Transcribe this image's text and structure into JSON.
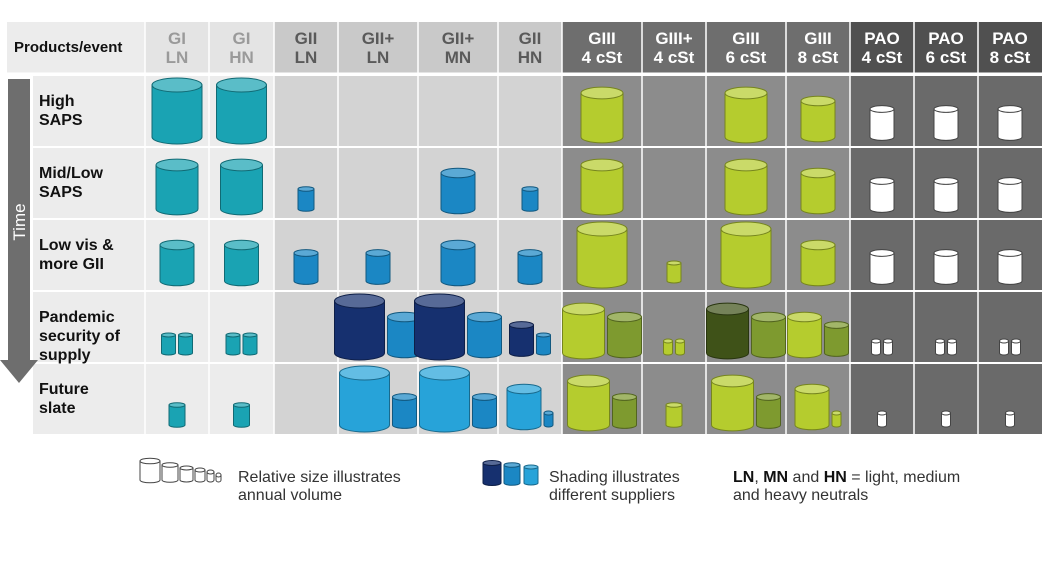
{
  "header": {
    "corner": "Products/event",
    "columns": [
      {
        "l1": "GI",
        "l2": "LN"
      },
      {
        "l1": "GI",
        "l2": "HN"
      },
      {
        "l1": "GII",
        "l2": "LN"
      },
      {
        "l1": "GII+",
        "l2": "LN"
      },
      {
        "l1": "GII+",
        "l2": "MN"
      },
      {
        "l1": "GII",
        "l2": "HN"
      },
      {
        "l1": "GIII",
        "l2": "4 cSt"
      },
      {
        "l1": "GIII+",
        "l2": "4 cSt"
      },
      {
        "l1": "GIII",
        "l2": "6 cSt"
      },
      {
        "l1": "GIII",
        "l2": "8 cSt"
      },
      {
        "l1": "PAO",
        "l2": "4 cSt"
      },
      {
        "l1": "PAO",
        "l2": "6 cSt"
      },
      {
        "l1": "PAO",
        "l2": "8 cSt"
      }
    ]
  },
  "time_label": "Time",
  "rows": [
    {
      "lines": [
        "High",
        "SAPS"
      ]
    },
    {
      "lines": [
        "Mid/Low",
        "SAPS"
      ]
    },
    {
      "lines": [
        "Low vis &",
        "more GII"
      ]
    },
    {
      "lines": [
        "Pandemic",
        "security of",
        "supply"
      ]
    },
    {
      "lines": [
        "Future",
        "slate"
      ]
    }
  ],
  "legend": {
    "size_text": [
      "Relative size illustrates",
      "annual volume"
    ],
    "shading_text": [
      "Shading illustrates",
      "different suppliers"
    ],
    "neutrals": {
      "ln": "LN",
      "comma": ", ",
      "mn": "MN",
      "and": " and ",
      "hn": "HN",
      "rest": " = light, medium",
      "line2": "and heavy neutrals"
    }
  },
  "colors": {
    "teal": "#1aa3b3",
    "blue": "#1b87c4",
    "blue_light": "#27a3d9",
    "navy": "#16306f",
    "lime": "#b5cc2e",
    "olive": "#7e9a2f",
    "olive_dark": "#3f5218",
    "white": "#ffffff",
    "header_light": "#e4e4e4",
    "header_mid": "#c9c9c9",
    "header_dark": "#6e6e6e",
    "header_darker": "#505050",
    "cell_light": "#ececec",
    "cell_mid": "#d3d3d3",
    "cell_dark": "#8c8c8c",
    "cell_darker": "#6a6a6a",
    "time_arrow": "#6e6e6e"
  },
  "cylinders": [
    {
      "row": 0,
      "col": 0,
      "size": "XL",
      "color": "teal"
    },
    {
      "row": 0,
      "col": 1,
      "size": "XL",
      "color": "teal"
    },
    {
      "row": 0,
      "col": 6,
      "size": "L",
      "color": "lime"
    },
    {
      "row": 0,
      "col": 8,
      "size": "L",
      "color": "lime"
    },
    {
      "row": 0,
      "col": 9,
      "size": "M",
      "color": "lime"
    },
    {
      "row": 0,
      "col": 10,
      "size": "S",
      "color": "white"
    },
    {
      "row": 0,
      "col": 11,
      "size": "S",
      "color": "white"
    },
    {
      "row": 0,
      "col": 12,
      "size": "S",
      "color": "white"
    },
    {
      "row": 1,
      "col": 0,
      "size": "L",
      "color": "teal"
    },
    {
      "row": 1,
      "col": 1,
      "size": "L",
      "color": "teal"
    },
    {
      "row": 1,
      "col": 2,
      "size": "XS",
      "color": "blue"
    },
    {
      "row": 1,
      "col": 4,
      "size": "M",
      "color": "blue"
    },
    {
      "row": 1,
      "col": 5,
      "size": "XS",
      "color": "blue"
    },
    {
      "row": 1,
      "col": 6,
      "size": "L",
      "color": "lime"
    },
    {
      "row": 1,
      "col": 8,
      "size": "L",
      "color": "lime"
    },
    {
      "row": 1,
      "col": 9,
      "size": "M",
      "color": "lime"
    },
    {
      "row": 1,
      "col": 10,
      "size": "S",
      "color": "white"
    },
    {
      "row": 1,
      "col": 11,
      "size": "S",
      "color": "white"
    },
    {
      "row": 1,
      "col": 12,
      "size": "S",
      "color": "white"
    },
    {
      "row": 2,
      "col": 0,
      "size": "M",
      "color": "teal"
    },
    {
      "row": 2,
      "col": 1,
      "size": "M",
      "color": "teal"
    },
    {
      "row": 2,
      "col": 2,
      "size": "S",
      "color": "blue"
    },
    {
      "row": 2,
      "col": 3,
      "size": "S",
      "color": "blue"
    },
    {
      "row": 2,
      "col": 4,
      "size": "M",
      "color": "blue"
    },
    {
      "row": 2,
      "col": 5,
      "size": "S",
      "color": "blue"
    },
    {
      "row": 2,
      "col": 6,
      "size": "XL",
      "color": "lime"
    },
    {
      "row": 2,
      "col": 7,
      "size": "XXS",
      "color": "lime"
    },
    {
      "row": 2,
      "col": 8,
      "size": "XL",
      "color": "lime"
    },
    {
      "row": 2,
      "col": 9,
      "size": "M",
      "color": "lime"
    },
    {
      "row": 2,
      "col": 10,
      "size": "S",
      "color": "white"
    },
    {
      "row": 2,
      "col": 11,
      "size": "S",
      "color": "white"
    },
    {
      "row": 2,
      "col": 12,
      "size": "S",
      "color": "white"
    },
    {
      "row": 3,
      "col": 0,
      "size": "XXS",
      "color": "teal"
    },
    {
      "row": 3,
      "col": 0,
      "size": "XXS",
      "color": "teal"
    },
    {
      "row": 3,
      "col": 1,
      "size": "XXS",
      "color": "teal"
    },
    {
      "row": 3,
      "col": 1,
      "size": "XXS",
      "color": "teal"
    },
    {
      "row": 3,
      "col": 3,
      "size": "XL",
      "color": "navy"
    },
    {
      "row": 3,
      "col": 3,
      "size": "M",
      "color": "blue"
    },
    {
      "row": 3,
      "col": 4,
      "size": "XL",
      "color": "navy"
    },
    {
      "row": 3,
      "col": 4,
      "size": "M",
      "color": "blue"
    },
    {
      "row": 3,
      "col": 5,
      "size": "S",
      "color": "navy"
    },
    {
      "row": 3,
      "col": 5,
      "size": "XXS",
      "color": "blue"
    },
    {
      "row": 3,
      "col": 6,
      "size": "L",
      "color": "lime"
    },
    {
      "row": 3,
      "col": 6,
      "size": "M",
      "color": "olive"
    },
    {
      "row": 3,
      "col": 7,
      "size": "TINY",
      "color": "lime"
    },
    {
      "row": 3,
      "col": 7,
      "size": "TINY",
      "color": "lime"
    },
    {
      "row": 3,
      "col": 8,
      "size": "L",
      "color": "olive_dark"
    },
    {
      "row": 3,
      "col": 8,
      "size": "M",
      "color": "olive"
    },
    {
      "row": 3,
      "col": 9,
      "size": "M",
      "color": "lime"
    },
    {
      "row": 3,
      "col": 9,
      "size": "S",
      "color": "olive"
    },
    {
      "row": 3,
      "col": 10,
      "size": "TINY",
      "color": "white"
    },
    {
      "row": 3,
      "col": 10,
      "size": "TINY",
      "color": "white"
    },
    {
      "row": 3,
      "col": 11,
      "size": "TINY",
      "color": "white"
    },
    {
      "row": 3,
      "col": 11,
      "size": "TINY",
      "color": "white"
    },
    {
      "row": 3,
      "col": 12,
      "size": "TINY",
      "color": "white"
    },
    {
      "row": 3,
      "col": 12,
      "size": "TINY",
      "color": "white"
    },
    {
      "row": 4,
      "col": 0,
      "size": "XS",
      "color": "teal"
    },
    {
      "row": 4,
      "col": 1,
      "size": "XS",
      "color": "teal"
    },
    {
      "row": 4,
      "col": 3,
      "size": "XL",
      "color": "blue_light"
    },
    {
      "row": 4,
      "col": 3,
      "size": "S",
      "color": "blue"
    },
    {
      "row": 4,
      "col": 4,
      "size": "XL",
      "color": "blue_light"
    },
    {
      "row": 4,
      "col": 4,
      "size": "S",
      "color": "blue"
    },
    {
      "row": 4,
      "col": 5,
      "size": "M",
      "color": "blue_light"
    },
    {
      "row": 4,
      "col": 5,
      "size": "TINY",
      "color": "blue"
    },
    {
      "row": 4,
      "col": 6,
      "size": "L",
      "color": "lime"
    },
    {
      "row": 4,
      "col": 6,
      "size": "S",
      "color": "olive"
    },
    {
      "row": 4,
      "col": 7,
      "size": "XS",
      "color": "lime"
    },
    {
      "row": 4,
      "col": 8,
      "size": "L",
      "color": "lime"
    },
    {
      "row": 4,
      "col": 8,
      "size": "S",
      "color": "olive"
    },
    {
      "row": 4,
      "col": 9,
      "size": "M",
      "color": "lime"
    },
    {
      "row": 4,
      "col": 9,
      "size": "TINY",
      "color": "lime"
    },
    {
      "row": 4,
      "col": 10,
      "size": "TINY",
      "color": "white"
    },
    {
      "row": 4,
      "col": 11,
      "size": "TINY",
      "color": "white"
    },
    {
      "row": 4,
      "col": 12,
      "size": "TINY",
      "color": "white"
    }
  ]
}
